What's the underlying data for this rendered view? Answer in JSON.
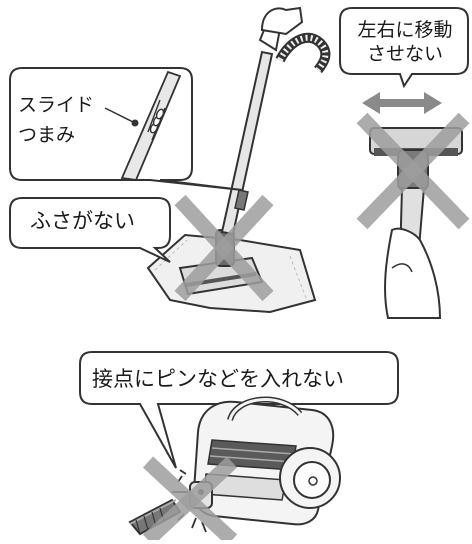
{
  "callouts": {
    "slide_knob": {
      "line1": "スライド",
      "line2": "つまみ"
    },
    "no_cover": "ふさがない",
    "no_side_move": {
      "line1": "左右に移動",
      "line2": "させない"
    },
    "no_pin": "接点にピンなどを入れない"
  },
  "colors": {
    "outline": "#333333",
    "prohibit_x": "#9e9e9e",
    "hand_fill": "#ffffff",
    "dark_part": "#555555",
    "mid_part": "#8a8a8a",
    "light_part": "#d9d9d9",
    "cloth": "#eeeeee"
  }
}
